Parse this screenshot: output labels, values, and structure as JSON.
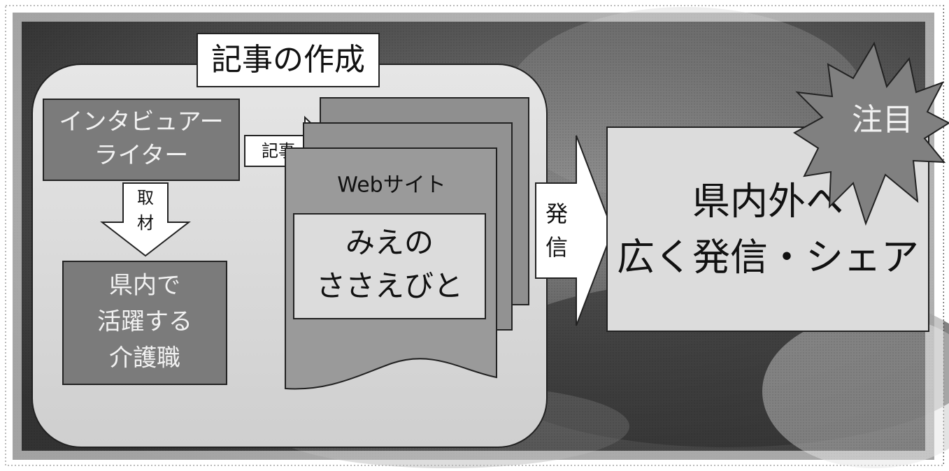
{
  "diagram": {
    "title": "記事の作成",
    "interviewer_box": [
      "インタビュアー",
      "ライター"
    ],
    "article_arrow_label": "記事",
    "coverage_arrow_label": [
      "取",
      "材"
    ],
    "subject_box": [
      "県内で",
      "活躍する",
      "介護職"
    ],
    "website_label": "Webサイト",
    "site_name": [
      "みえの",
      "ささえびと"
    ],
    "publish_arrow_label": [
      "発",
      "信"
    ],
    "share_box": [
      "県内外へ",
      "広く発信・シェア"
    ],
    "burst_label": "注目"
  },
  "colors": {
    "background_dark": "#4a4a4a",
    "panel_light": "#dcdcdc",
    "box_mid": "#7b7b7b",
    "doc_fill": "#9a9a9a",
    "label_fill": "#ffffff",
    "text_dark": "#111111",
    "text_light": "#f2f2f2"
  }
}
